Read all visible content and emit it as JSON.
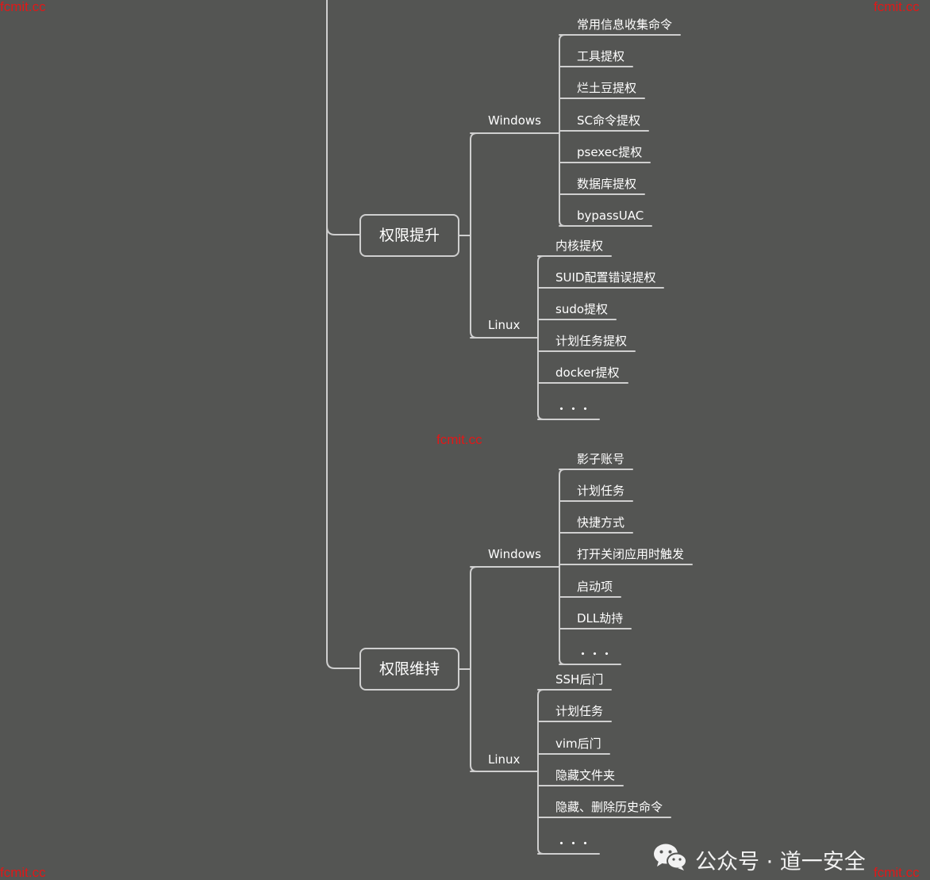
{
  "watermark": "fcmit.cc",
  "footer": {
    "text": "公众号 · 道一安全",
    "icon": "wechat-icon"
  },
  "colors": {
    "background": "#545553",
    "line": "#cfcfcf",
    "text": "#ffffff",
    "watermark": "#e01818"
  },
  "tree": {
    "escalation": {
      "label": "权限提升",
      "windows": {
        "label": "Windows",
        "items": [
          "常用信息收集命令",
          "工具提权",
          "烂土豆提权",
          "SC命令提权",
          "psexec提权",
          "数据库提权",
          "bypassUAC"
        ]
      },
      "linux": {
        "label": "Linux",
        "items": [
          "内核提权",
          "SUID配置错误提权",
          "sudo提权",
          "计划任务提权",
          "docker提权",
          "・・・"
        ]
      }
    },
    "persistence": {
      "label": "权限维持",
      "windows": {
        "label": "Windows",
        "items": [
          "影子账号",
          "计划任务",
          "快捷方式",
          "打开关闭应用时触发",
          "启动项",
          "DLL劫持",
          "・・・"
        ]
      },
      "linux": {
        "label": "Linux",
        "items": [
          "SSH后门",
          "计划任务",
          "vim后门",
          "隐藏文件夹",
          "隐藏、删除历史命令",
          "・・・"
        ]
      }
    }
  }
}
